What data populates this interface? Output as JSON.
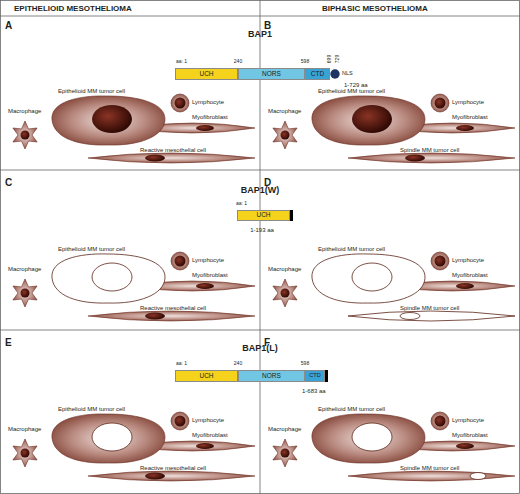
{
  "diagram": {
    "nodes": [
      {
        "text": [
          "UCH"
        ]
      },
      {
        "text": [
          "NORS"
        ]
      },
      {
        "text": [
          "CTD"
        ]
      },
      {
        "text": [
          "NLS"
        ]
      },
      {
        "text": [
          "UCH"
        ]
      },
      {
        "text": [
          "UCH"
        ]
      },
      {
        "text": [
          "NORS"
        ]
      },
      {
        "text": [
          "CTD"
        ]
      }
    ],
    "labels": [
      "EPITHELIOID MESOTHELIOMA",
      "BIPHASIC MESOTHELIOMA",
      "A",
      "B",
      "BAP1",
      "aa: 1",
      "240",
      "598",
      "699",
      "729",
      "1-729 aa",
      "Epithelioid MM tumor cell",
      "Lymphocyte",
      "Macrophage",
      "Myofibroblast",
      "Reactive mesothelial cell",
      "Epithelioid MM tumor cell",
      "Lymphocyte",
      "Macrophage",
      "Myofibroblast",
      "Spindle MM tumor cell",
      "C",
      "D",
      "BAP1(W)",
      "aa: 1",
      "1-193 aa",
      "Epithelioid MM tumor cell",
      "Lymphocyte",
      "Macrophage",
      "Myofibroblast",
      "Reactive mesothelial cell",
      "Epithelioid MM tumor cell",
      "Lymphocyte",
      "Macrophage",
      "Myofibroblast",
      "Spindle MM tumor cell",
      "E",
      "F",
      "BAP1(L)",
      "aa: 1",
      "240",
      "598",
      "1-683 aa",
      "Epithelioid MM tumor cell",
      "Lymphocyte",
      "Macrophage",
      "Myofibroblast",
      "Reactive mesothelial cell",
      "Epithelioid MM tumor cell",
      "Lymphocyte",
      "Macrophage",
      "Myofibroblast",
      "Spindle MM tumor cell"
    ]
  }
}
